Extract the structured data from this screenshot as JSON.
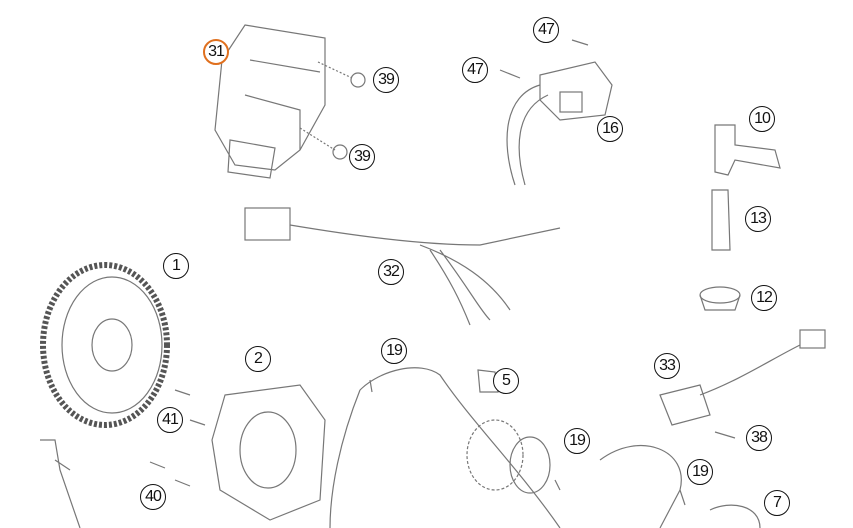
{
  "diagram": {
    "highlight_color": "#e0701e",
    "selected_part": "31",
    "callouts": {
      "c31": "31",
      "c39a": "39",
      "c39b": "39",
      "c47a": "47",
      "c47b": "47",
      "c16": "16",
      "c10": "10",
      "c13": "13",
      "c12": "12",
      "c32": "32",
      "c1": "1",
      "c2": "2",
      "c19a": "19",
      "c5": "5",
      "c33": "33",
      "c41": "41",
      "c38": "38",
      "c19b": "19",
      "c19c": "19",
      "c40": "40",
      "c7": "7"
    }
  }
}
